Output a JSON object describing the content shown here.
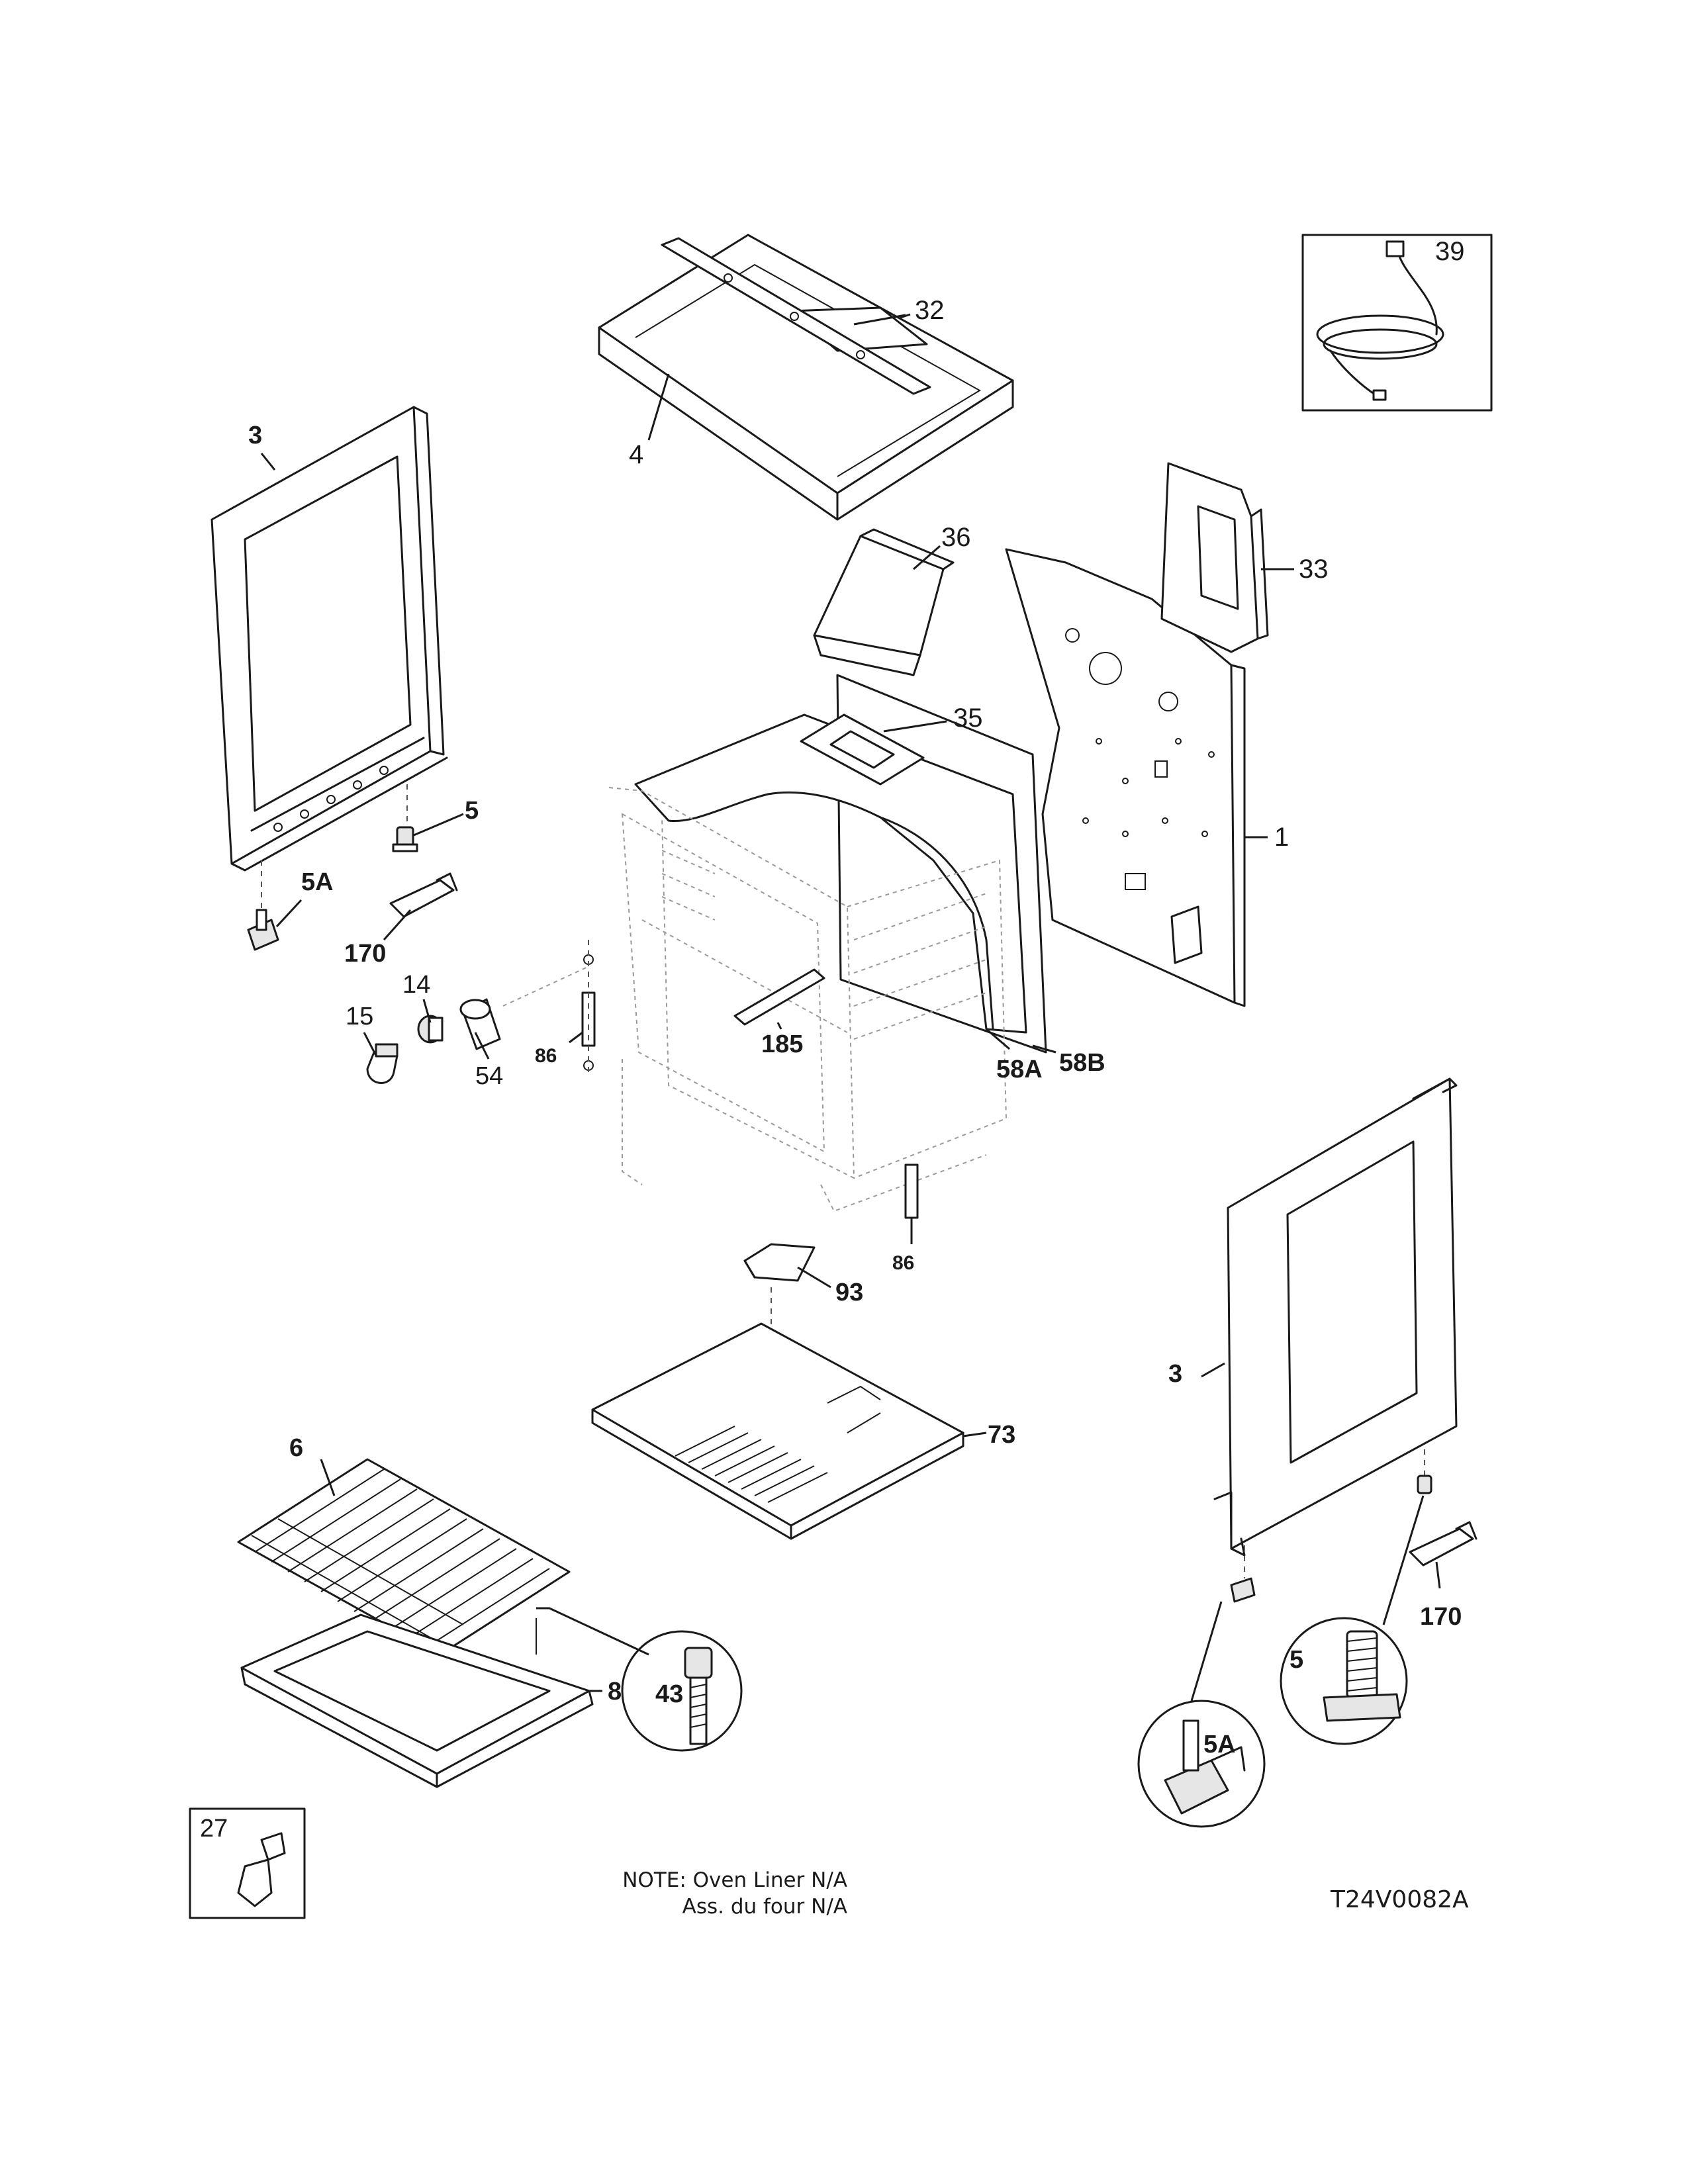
{
  "diagram": {
    "callouts": {
      "c1": "1",
      "c3_left": "3",
      "c3_right": "3",
      "c4": "4",
      "c5_left": "5",
      "c5_detail": "5",
      "c5A_left": "5A",
      "c5A_detail": "5A",
      "c6": "6",
      "c8": "8",
      "c14": "14",
      "c15": "15",
      "c27": "27",
      "c32": "32",
      "c33": "33",
      "c35": "35",
      "c36": "36",
      "c39": "39",
      "c43": "43",
      "c54": "54",
      "c58A": "58A",
      "c58B": "58B",
      "c73": "73",
      "c86_left": "86",
      "c86_bottom": "86",
      "c93": "93",
      "c170_left": "170",
      "c170_right": "170",
      "c185": "185"
    },
    "note_line1": "NOTE: Oven Liner N/A",
    "note_line2": "Ass. du four N/A",
    "drawing_code": "T24V0082A"
  }
}
